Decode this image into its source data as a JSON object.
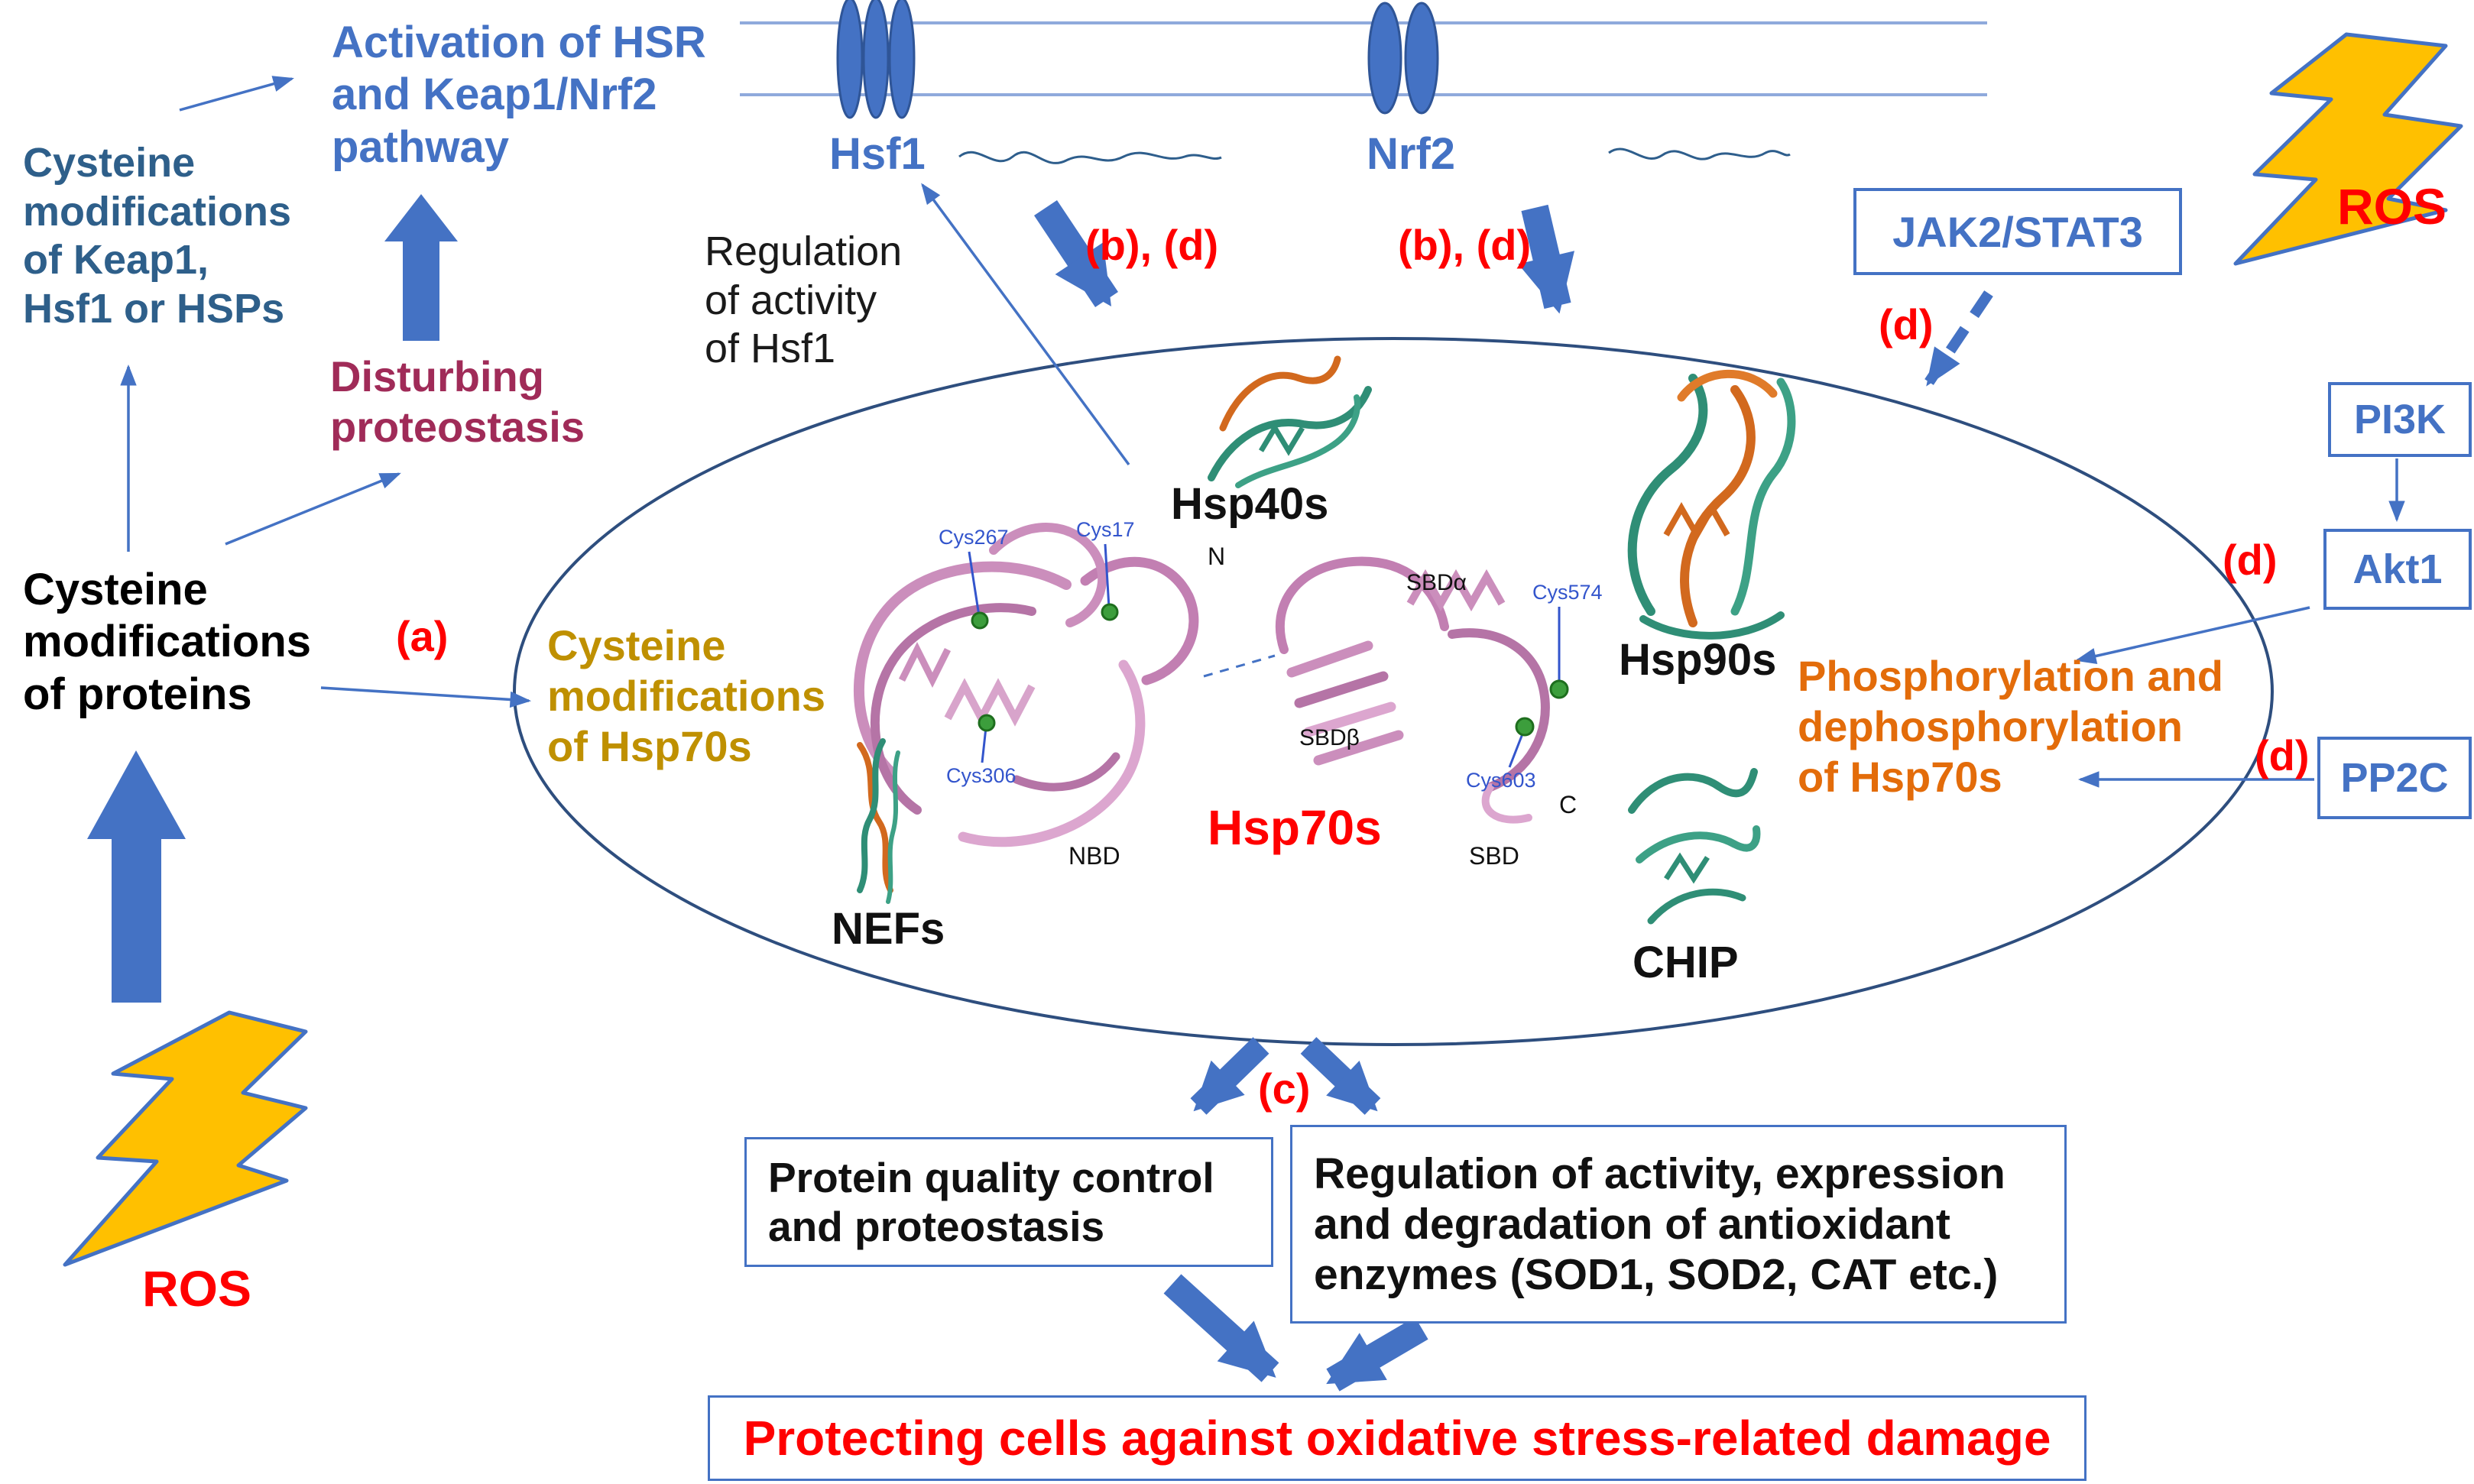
{
  "colors": {
    "accent_blue": "#4472C4",
    "membrane_blue": "#8FAADC",
    "dark_blue_text": "#2E5F8A",
    "bright_blue_text": "#4472C4",
    "maroon_text": "#A02B58",
    "gold_text": "#BF9000",
    "orange_text": "#E36C0A",
    "red_text": "#FF0000",
    "lightning_fill": "#FFC000",
    "protein_pink": "#C98BBA",
    "protein_teal": "#2F8E76",
    "protein_orange": "#D2691E",
    "cys_site_green": "#3C9E3C"
  },
  "texts": {
    "cys_keap": "Cysteine\nmodifications\nof Keap1,\nHsf1 or HSPs",
    "activation": "Activation of HSR\nand Keap1/Nrf2\npathway",
    "disturbing": "Disturbing\nproteostasis",
    "cys_proteins": "Cysteine\nmodifications\nof proteins",
    "regulation_hsf1": "Regulation\nof  activity\nof Hsf1",
    "hsf1": "Hsf1",
    "nrf2": "Nrf2",
    "bd_left": "(b), (d)",
    "bd_right": "(b), (d)",
    "a_label": "(a)",
    "c_label": "(c)",
    "d_jak": "(d)",
    "d_akt": "(d)",
    "d_pp2c": "(d)",
    "ros_top": "ROS",
    "ros_bottom": "ROS",
    "jak2_stat3": "JAK2/STAT3",
    "pi3k": "PI3K",
    "akt1": "Akt1",
    "pp2c": "PP2C",
    "cys_hsp70": "Cysteine\nmodifications\nof Hsp70s",
    "phospho": "Phosphorylation and\ndephosphorylation\nof Hsp70s",
    "hsp40s": "Hsp40s",
    "hsp90s": "Hsp90s",
    "hsp70s": "Hsp70s",
    "nefs": "NEFs",
    "chip": "CHIP",
    "pqc_box": "Protein quality control\nand proteostasis",
    "reg_box": "Regulation of activity, expression\nand degradation of antioxidant\nenzymes (SOD1, SOD2, CAT etc.)",
    "protect_box": "Protecting cells against oxidative stress-related damage",
    "residues": {
      "cys267": "Cys267",
      "cys17": "Cys17",
      "cys306": "Cys306",
      "cys574": "Cys574",
      "cys603": "Cys603"
    },
    "domains": {
      "n": "N",
      "nbd": "NBD",
      "sbda": "SBDα",
      "sbdb": "SBDβ",
      "sbd": "SBD",
      "c": "C"
    }
  }
}
